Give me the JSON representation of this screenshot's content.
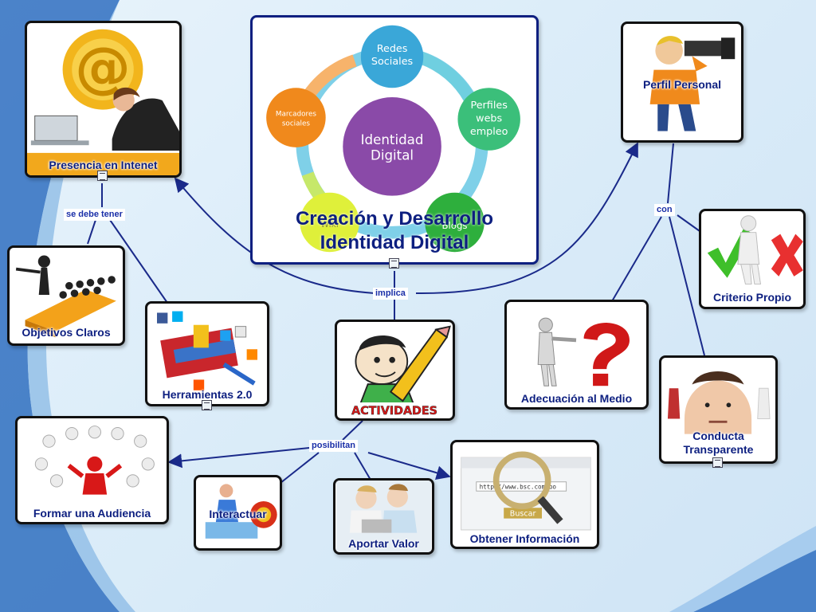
{
  "center": {
    "title_line1": "Creación y Desarrollo",
    "title_line2": "Identidad Digital",
    "hub_line1": "Identidad",
    "hub_line2": "Digital",
    "ring": {
      "redes_line1": "Redes",
      "redes_line2": "Sociales",
      "perfiles_line1": "Perfiles",
      "perfiles_line2": "webs",
      "perfiles_line3": "empleo",
      "blogs": "Blogs",
      "wiki": "Wiki",
      "marcadores_line1": "Marcadores",
      "marcadores_line2": "sociales"
    }
  },
  "nodes": {
    "presencia": "Presencia en Intenet",
    "objetivos": "Objetivos Claros",
    "herramientas": "Herramientas 2.0",
    "perfil": "Perfil Personal",
    "criterio": "Criterio Propio",
    "adecuacion": "Adecuación al Medio",
    "conducta_line1": "Conducta",
    "conducta_line2": "Transparente",
    "actividades": "ACTIVIDADES",
    "audiencia": "Formar una Audiencia",
    "interactuar": "Interactuar",
    "aportar": "Aportar Valor",
    "obtener": "Obtener Información",
    "url_text": "http://www.bsc.com.bo",
    "buscar": "Buscar"
  },
  "link_labels": {
    "se_debe_tener": "se debe tener",
    "implica": "implica",
    "con": "con",
    "posibilitan": "posibilitan"
  },
  "colors": {
    "node_caption": "#0d1f80",
    "link": "#1a2a8a",
    "node_border": "#111111"
  }
}
